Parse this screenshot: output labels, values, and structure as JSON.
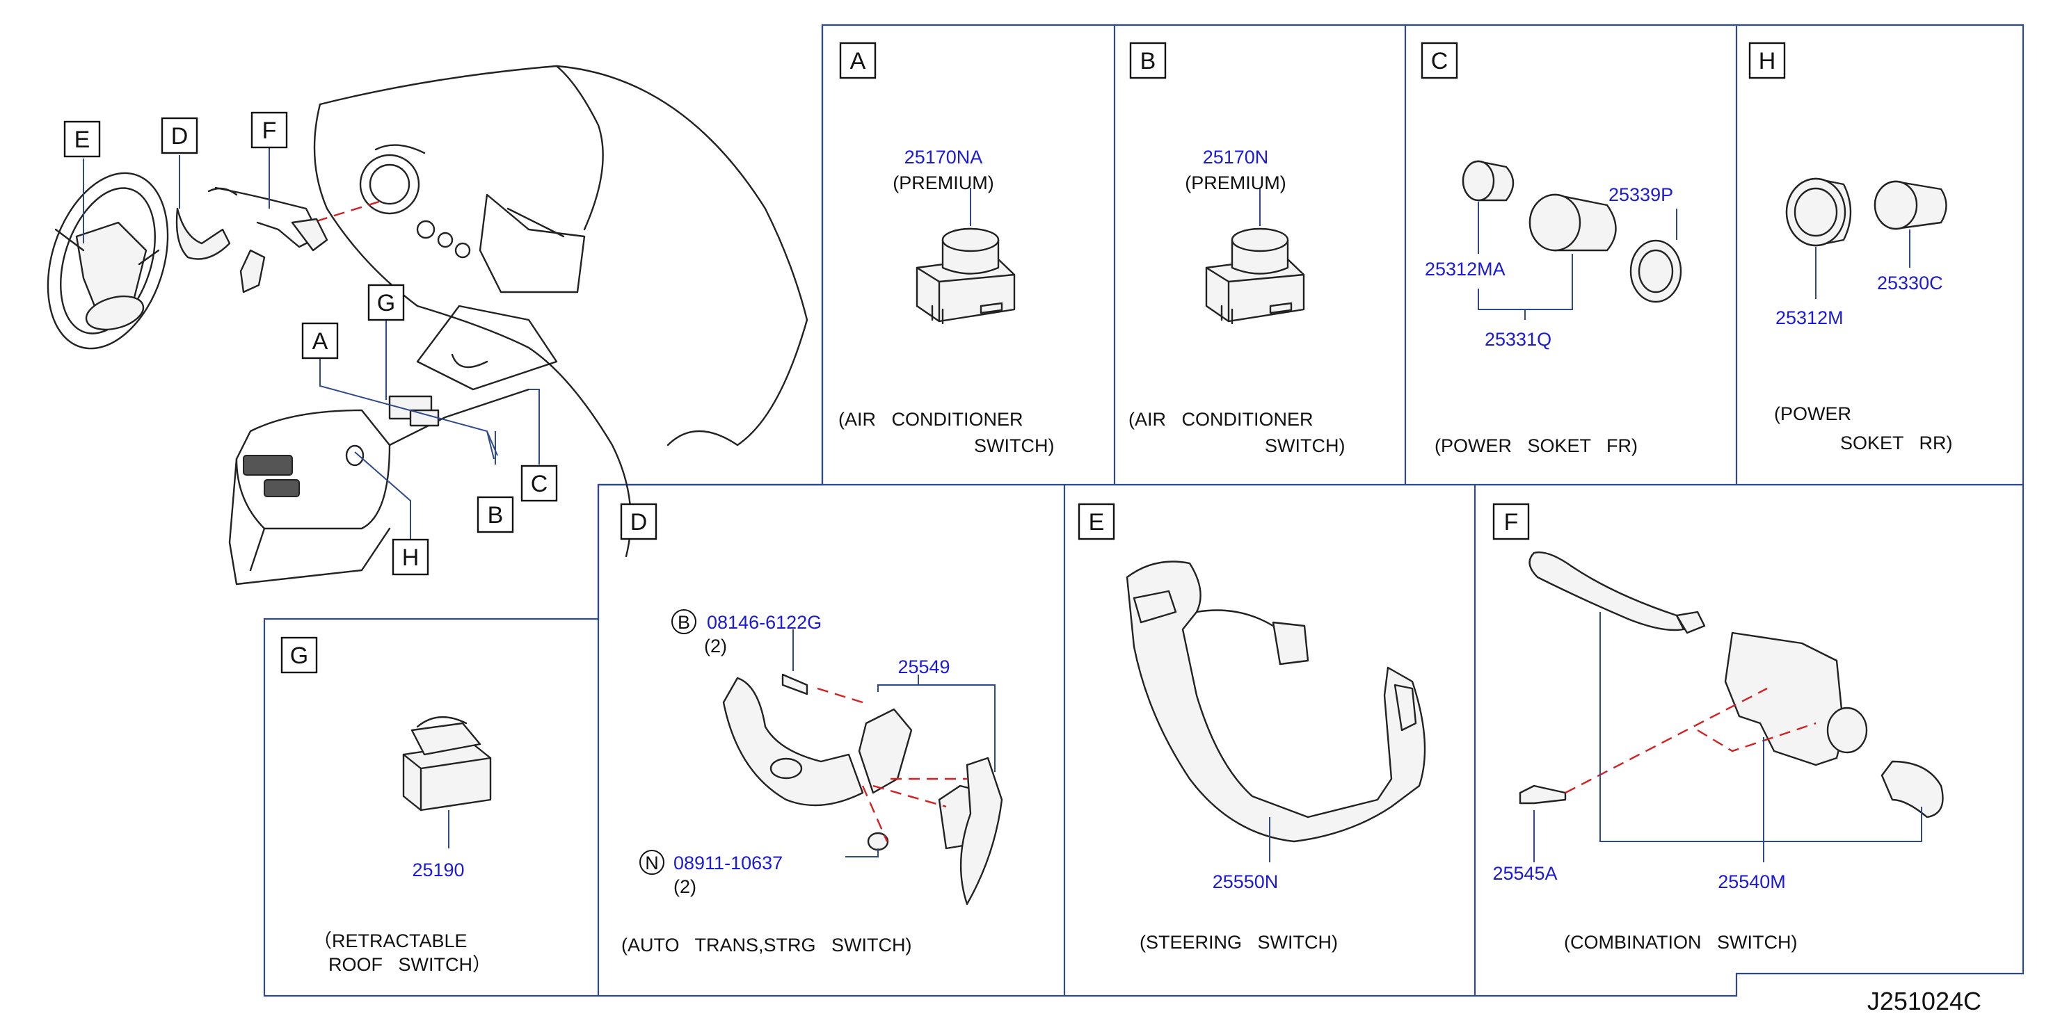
{
  "overview": {
    "callouts": [
      "E",
      "D",
      "F",
      "G",
      "A",
      "C",
      "B",
      "H"
    ]
  },
  "panels": {
    "A": {
      "letter": "A",
      "part": "25170NA",
      "note": "(PREMIUM)",
      "caption1": "(AIR   CONDITIONER",
      "caption2": "SWITCH)"
    },
    "B": {
      "letter": "B",
      "part": "25170N",
      "note": "(PREMIUM)",
      "caption1": "(AIR   CONDITIONER",
      "caption2": "SWITCH)"
    },
    "C": {
      "letter": "C",
      "parts": [
        "25312MA",
        "25339P",
        "25331Q"
      ],
      "caption1": "(POWER   SOKET   FR)"
    },
    "H": {
      "letter": "H",
      "parts": [
        "25312M",
        "25330C"
      ],
      "caption1": "(POWER",
      "caption2": "SOKET   RR)"
    },
    "G": {
      "letter": "G",
      "part": "25190",
      "caption1": "（RETRACTABLE",
      "caption2": "ROOF   SWITCH）"
    },
    "D": {
      "letter": "D",
      "bolt_symbol": "B",
      "bolt_part": "08146-6122G",
      "bolt_qty": "(2)",
      "part": "25549",
      "nut_symbol": "N",
      "nut_part": "08911-10637",
      "nut_qty": "(2)",
      "caption1": "(AUTO   TRANS,STRG   SWITCH)"
    },
    "E": {
      "letter": "E",
      "part": "25550N",
      "caption1": "(STEERING   SWITCH)"
    },
    "F": {
      "letter": "F",
      "parts": [
        "25545A",
        "25540M"
      ],
      "caption1": "(COMBINATION   SWITCH)"
    }
  },
  "diagram_code": "J251024C",
  "colors": {
    "frame": "#2e4a8a",
    "part_number": "#1a1ad8",
    "dash_line": "#d42020",
    "ink": "#222222"
  }
}
